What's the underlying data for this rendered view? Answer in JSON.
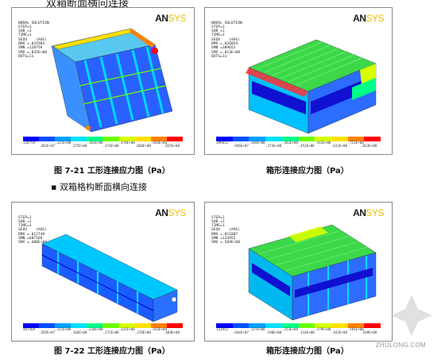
{
  "cut_heading": "双箱断面横向连接",
  "section_title": "▪ 双箱格构断面横向连接",
  "palette": [
    "#0000ff",
    "#0050ff",
    "#00a0ff",
    "#00e0ff",
    "#00ff8a",
    "#6cff00",
    "#d8ff00",
    "#ffe000",
    "#ff8000",
    "#ff0000"
  ],
  "logo": {
    "an": "AN",
    "sys": "SYS"
  },
  "panels": [
    {
      "header": [
        "NODAL SOLUTION",
        "",
        "STEP=1",
        "SUB =1",
        "TIME=1",
        "SEQV    (AVG)",
        "DMX =.019383",
        "SMN =128759",
        "SMX =.835E+08",
        "DOTS=11"
      ],
      "ticks_top": [
        "128759",
        ".121E+08",
        ".203E+08",
        ".470E+08",
        ".656E+08"
      ],
      "ticks_bottom": [
        ".461E+07",
        ".275E+08",
        ".374E+08",
        ".660E+08",
        ".835E+08"
      ]
    },
    {
      "header": [
        "NODAL SOLUTION",
        "",
        "STEP=1",
        "SUB =1",
        "TIME=1",
        "SEQV    (AVG)",
        "DMX =.026054",
        "SMN =389652",
        "SMX =.813E+08",
        "DOTS=11"
      ],
      "ticks_top": [
        "389652",
        ".184E+08",
        ".362E+08",
        ".542E+08",
        ".723E+08"
      ],
      "ticks_bottom": [
        ".946E+07",
        ".274E+08",
        ".452E+08",
        ".632E+08",
        ".813E+08"
      ]
    },
    {
      "header": [
        "STEP=1",
        "SUB =1",
        "TIME=1",
        "SEQV    (AVG)",
        "DMX =.012748",
        "SMN =487569",
        "SMX =.488E+08"
      ],
      "ticks_top": [
        "487569",
        ".112E+08",
        ".220E+08",
        ".325E+08",
        ".433E+08"
      ],
      "ticks_bottom": [
        ".585E+07",
        ".166E+08",
        ".272E+08",
        ".378E+08",
        ".488E+08"
      ]
    },
    {
      "header": [
        "STEP=1",
        "SUB =1",
        "TIME=1",
        "SEQV    (AVG)",
        "DMX =.011087",
        "SMN =133952",
        "SMX =.569E+08"
      ],
      "ticks_top": [
        "133952",
        ".127E+08",
        ".253E+08",
        ".379E+08",
        ".505E+08"
      ],
      "ticks_bottom": [
        ".644E+07",
        ".190E+08",
        ".316E+08",
        ".442E+08",
        ".569E+08"
      ]
    }
  ],
  "captions": {
    "c1": "图 7-21   工形连接应力图（Pa）",
    "c2": "箱形连接应力图（Pa）",
    "c3": "图 7-22   工形连接应力图（Pa）",
    "c4": "箱形连接应力图（Pa）"
  },
  "watermark": "ZHULONG.COM"
}
